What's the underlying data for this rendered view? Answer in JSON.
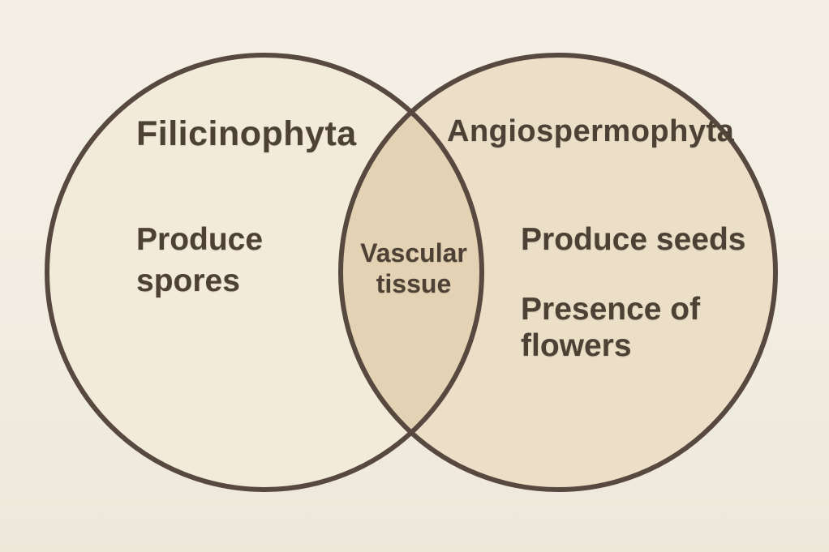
{
  "page": {
    "background_color": "#f2ede2"
  },
  "diagram": {
    "type": "venn",
    "stroke_color": "#57493f",
    "text_color": "#4d4136",
    "left_circle": {
      "title": "Filicinophyta",
      "fill": "#f3ebd9",
      "items": [
        "Produce\nspores"
      ]
    },
    "right_circle": {
      "title": "Angiospermophyta",
      "fill": "#ebdfc8",
      "items": [
        "Produce seeds",
        "Presence of\nflowers"
      ]
    },
    "intersection": {
      "label": "Vascular\ntissue",
      "fill": "#e3d3b4"
    }
  }
}
